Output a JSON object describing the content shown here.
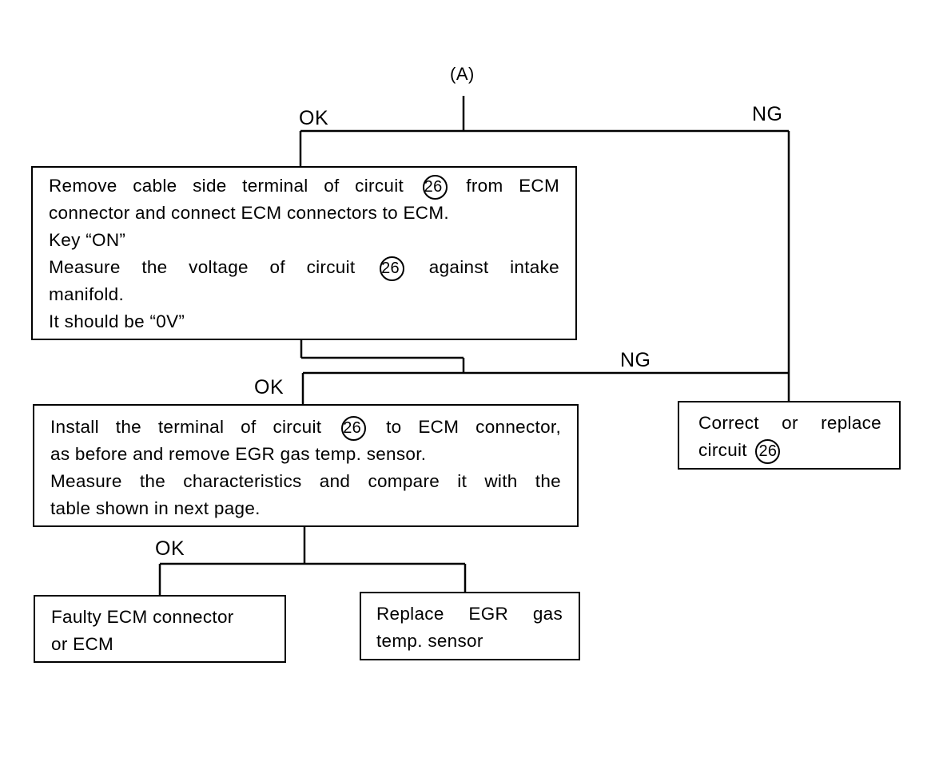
{
  "entry_label": "(A)",
  "circuit_no": "26",
  "branch_labels": {
    "ok_top": "OK",
    "ng_top": "NG",
    "ng_mid": "NG",
    "ok_mid": "OK",
    "ok_bottom": "OK"
  },
  "step1": {
    "line1_pre": "Remove cable side terminal of circuit",
    "line1_post": "from ECM",
    "line2": "connector and connect ECM connectors to ECM.",
    "line3": "Key “ON”",
    "line4_pre": "Measure the voltage of circuit",
    "line4_post": "against intake",
    "line5": "manifold.",
    "line6": "It should be “0V”"
  },
  "step2": {
    "line1_pre": "Install the terminal of circuit",
    "line1_post": "to ECM connector,",
    "line2": "as before and remove EGR gas temp. sensor.",
    "line3": "Measure the characteristics and compare it with the",
    "line4": "table shown in next page."
  },
  "correct_box": {
    "line1": "Correct or replace",
    "line2_pre": "circuit"
  },
  "faulty_box": {
    "line1": "Faulty ECM connector",
    "line2": "or ECM"
  },
  "replace_box": {
    "line1": "Replace EGR gas",
    "line2": "temp. sensor"
  }
}
